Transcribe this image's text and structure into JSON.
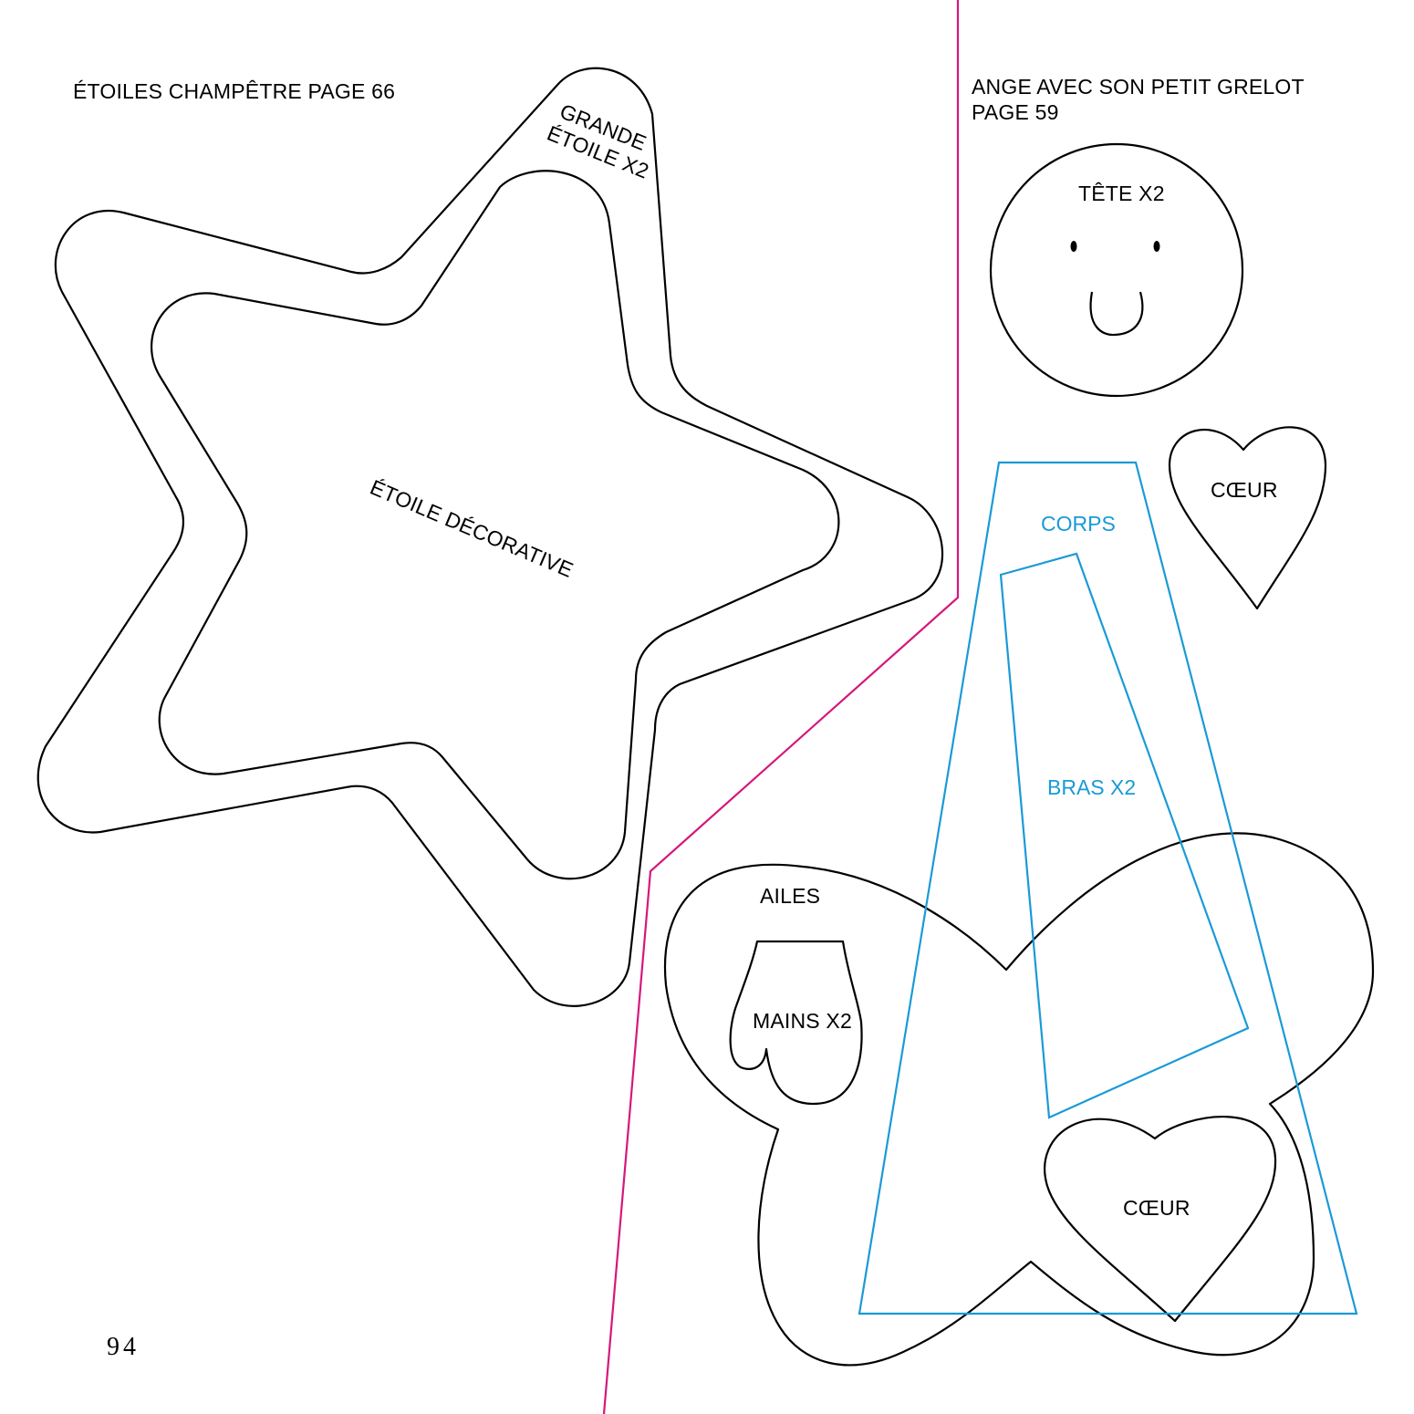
{
  "left_section": {
    "title": "ÉTOILES CHAMPÊTRE PAGE 66",
    "big_star_label_1": "GRANDE",
    "big_star_label_2": "ÉTOILE X2",
    "deco_star_label": "ÉTOILE DÉCORATIVE"
  },
  "right_section": {
    "title_line1": "ANGE AVEC SON PETIT GRELOT",
    "title_line2": "PAGE 59",
    "head_label": "TÊTE X2",
    "heart_top_label": "CŒUR",
    "body_label": "CORPS",
    "arms_label": "BRAS X2",
    "wings_label": "AILES",
    "hands_label": "MAINS X2",
    "heart_bottom_label": "CŒUR"
  },
  "footer": {
    "page_number": "94"
  },
  "colors": {
    "outline": "#000000",
    "pattern_blue": "#1a9ad6",
    "divider_magenta": "#d4187c"
  }
}
